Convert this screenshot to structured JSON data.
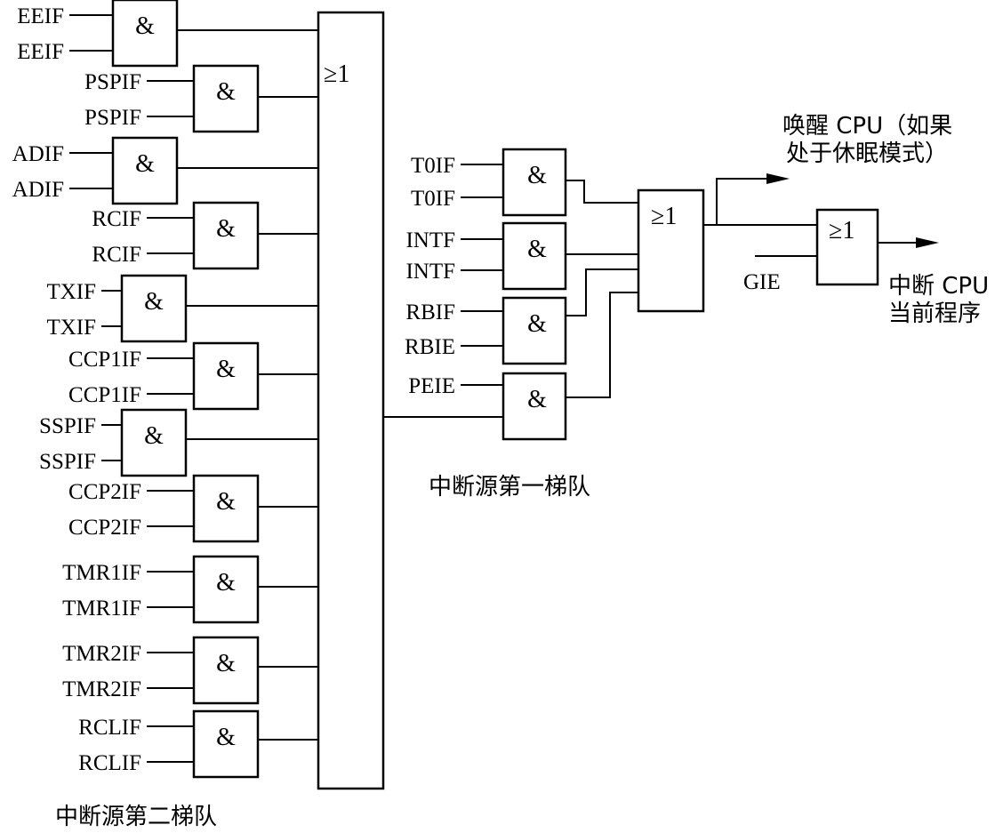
{
  "second_tier": {
    "caption": "中断源第二梯队",
    "or_symbol": "≥1",
    "and_symbol": "&",
    "gates": [
      {
        "a": "EEIF",
        "b": "EEIF"
      },
      {
        "a": "PSPIF",
        "b": "PSPIF"
      },
      {
        "a": "ADIF",
        "b": "ADIF"
      },
      {
        "a": "RCIF",
        "b": "RCIF"
      },
      {
        "a": "TXIF",
        "b": "TXIF"
      },
      {
        "a": "CCP1IF",
        "b": "CCP1IF"
      },
      {
        "a": "SSPIF",
        "b": "SSPIF"
      },
      {
        "a": "CCP2IF",
        "b": "CCP2IF"
      },
      {
        "a": "TMR1IF",
        "b": "TMR1IF"
      },
      {
        "a": "TMR2IF",
        "b": "TMR2IF"
      },
      {
        "a": "RCLIF",
        "b": "RCLIF"
      }
    ]
  },
  "first_tier": {
    "caption": "中断源第一梯队",
    "or_symbol": "≥1",
    "and_symbol": "&",
    "gates": [
      {
        "a": "T0IF",
        "b": "T0IF"
      },
      {
        "a": "INTF",
        "b": "INTF"
      },
      {
        "a": "RBIF",
        "b": "RBIE"
      },
      {
        "a": "PEIE",
        "b": ""
      }
    ]
  },
  "final": {
    "or_symbol": "≥1",
    "gie": "GIE",
    "wake_line1": "唤醒 CPU（如果",
    "wake_line2": "处于休眠模式）",
    "interrupt_line1": "中断 CPU",
    "interrupt_line2": "当前程序"
  }
}
